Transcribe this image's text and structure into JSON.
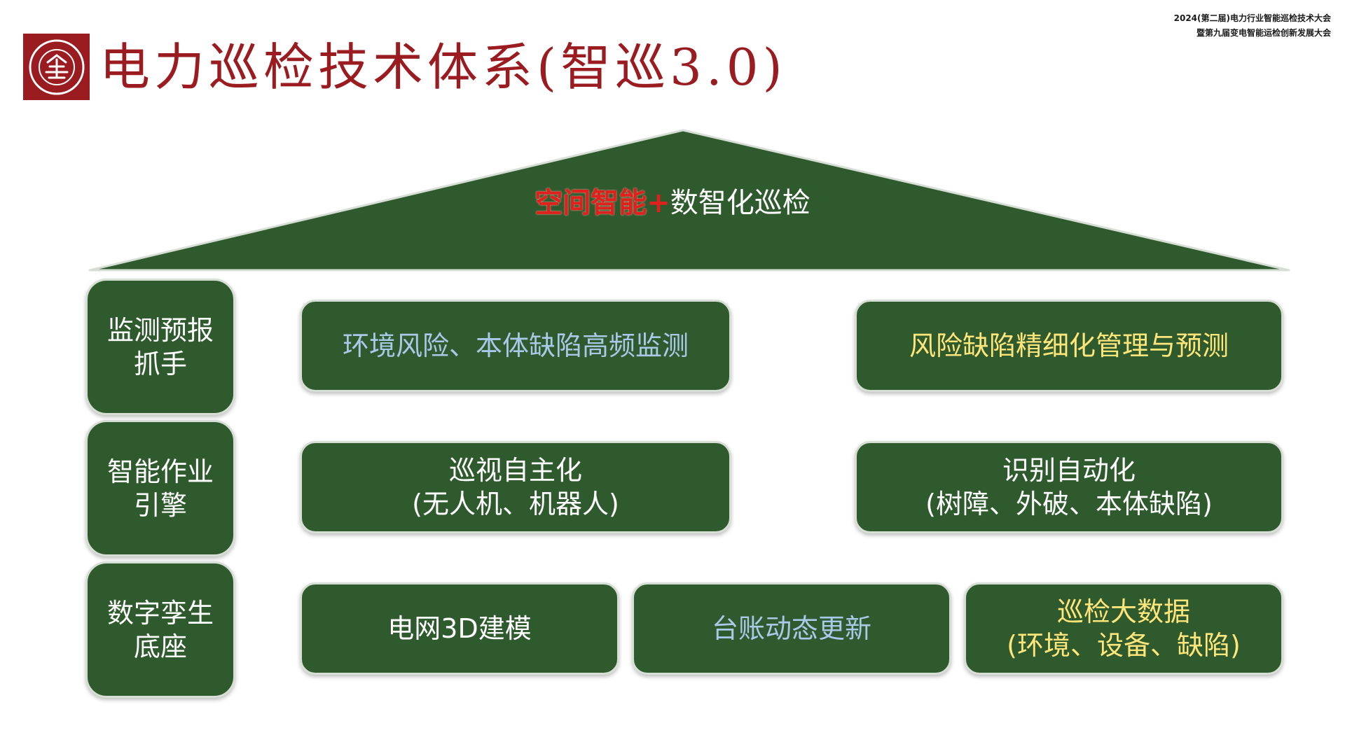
{
  "header": {
    "logo_name": "peking-university-logo",
    "title": "电力巡检技术体系(智巡3.0)",
    "conference_line1": "2024(第二届)电力行业智能巡检技术大会",
    "conference_line2": "暨第九届变电智能运检创新发展大会"
  },
  "roof": {
    "highlight": "空间智能",
    "plus": "+",
    "rest": "数智化巡检"
  },
  "pillars": [
    {
      "line1": "监测预报",
      "line2": "抓手"
    },
    {
      "line1": "智能作业",
      "line2": "引擎"
    },
    {
      "line1": "数字孪生",
      "line2": "底座"
    }
  ],
  "row1": [
    {
      "line1": "环境风险、本体缺陷高频监测"
    },
    {
      "line1": "风险缺陷精细化管理与预测"
    }
  ],
  "row2": [
    {
      "line1": "巡视自主化",
      "line2": "(无人机、机器人)"
    },
    {
      "line1": "识别自动化",
      "line2": "(树障、外破、本体缺陷)"
    }
  ],
  "row3": [
    {
      "line1": "电网3D建模"
    },
    {
      "line1": "台账动态更新"
    },
    {
      "line1": "巡检大数据",
      "line2": "(环境、设备、缺陷)"
    }
  ],
  "colors": {
    "brand_red": "#9b1c20",
    "box_green": "#2f5a2e",
    "text_blue": "#a9c9e8",
    "text_yellow": "#ffe57a",
    "highlight_red": "#e0201d"
  }
}
